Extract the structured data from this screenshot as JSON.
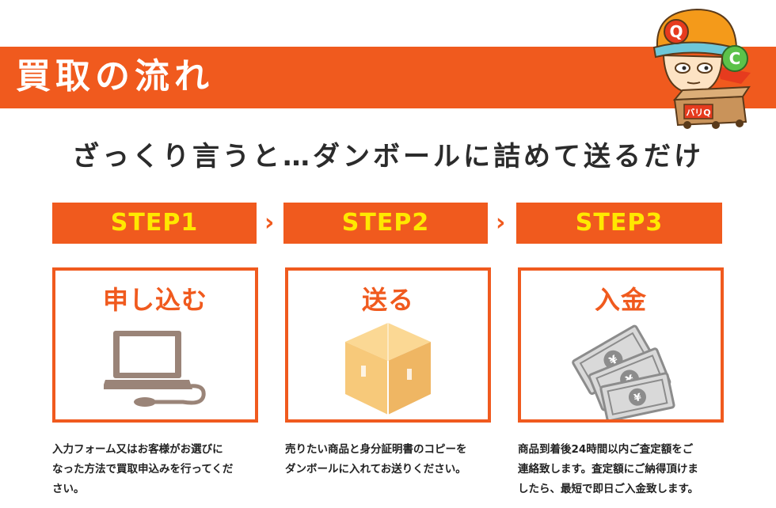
{
  "header": {
    "title": "買取の流れ",
    "tagline": "ざっくり言うと…ダンボールに詰めて送るだけ"
  },
  "mascot": {
    "letter_q": "Q",
    "letter_c": "C",
    "box_label": "バリQ"
  },
  "steps": [
    {
      "label": "STEP1",
      "title": "申し込む",
      "icon": "laptop-icon",
      "description_lines": [
        "入力フォーム又はお客様がお選びに",
        "なった方法で買取申込みを行ってくだ",
        "さい。"
      ]
    },
    {
      "label": "STEP2",
      "title": "送る",
      "icon": "cardboard-box-icon",
      "description_lines": [
        "売りたい商品と身分証明書のコピーを",
        "ダンボールに入れてお送りください。"
      ]
    },
    {
      "label": "STEP3",
      "title": "入金",
      "icon": "yen-banknotes-icon",
      "description_lines": [
        "商品到着後24時間以内ご査定額をご",
        "連絡致します。査定額にご納得頂けま",
        "したら、最短で即日ご入金致します。"
      ]
    }
  ],
  "arrow_glyph": "›",
  "colors": {
    "accent": "#f05a1e",
    "step_text": "#ffe800",
    "laptop": "#9a8478",
    "box": "#f7c97a"
  }
}
